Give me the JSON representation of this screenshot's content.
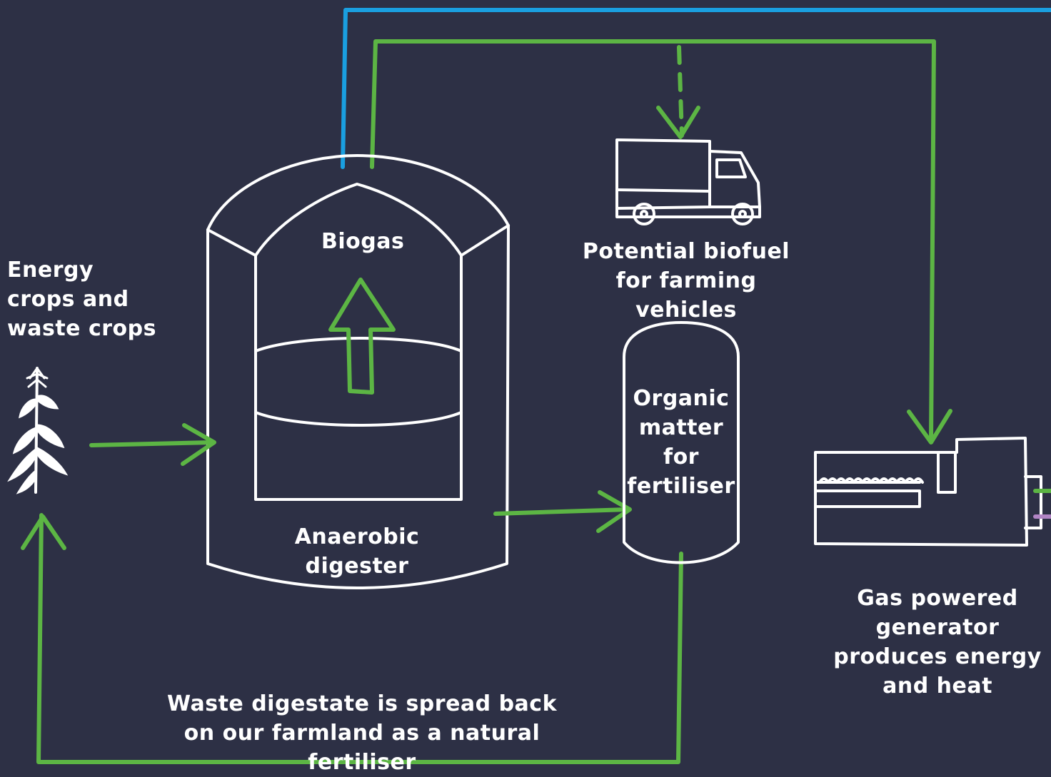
{
  "diagram": {
    "colors": {
      "background": "#2d3045",
      "outline": "#ffffff",
      "flow_green": "#5cb544",
      "flow_blue": "#1a9fe0",
      "flow_purple": "#b184c4"
    },
    "nodes": {
      "crops": {
        "label": "Energy crops and waste crops",
        "icon": "plant-icon"
      },
      "digester": {
        "label": "Anaerobic digester",
        "inner_label": "Biogas",
        "icon": "digester-tank-icon"
      },
      "vehicles": {
        "label": "Potential biofuel for farming vehicles",
        "icon": "truck-icon"
      },
      "fertiliser": {
        "label": "Organic matter for fertiliser",
        "icon": "storage-silo-icon"
      },
      "generator": {
        "label": "Gas powered generator produces energy and heat",
        "icon": "generator-icon"
      }
    },
    "annotations": {
      "digestate": "Waste digestate is spread back on our farmland as a natural fertiliser"
    },
    "flows": [
      {
        "from": "crops",
        "to": "digester",
        "color": "green"
      },
      {
        "from": "digester",
        "to": "fertiliser",
        "color": "green"
      },
      {
        "from": "digester",
        "to": "generator",
        "color": "green"
      },
      {
        "from": "digester",
        "to": "vehicles",
        "color": "green",
        "style": "dashed"
      },
      {
        "from": "digester",
        "to": "offscreen-right",
        "color": "blue"
      },
      {
        "from": "fertiliser",
        "to": "crops",
        "color": "green"
      },
      {
        "from": "generator",
        "to": "offscreen-right",
        "color": "green"
      },
      {
        "from": "generator",
        "to": "offscreen-right",
        "color": "purple"
      }
    ]
  }
}
